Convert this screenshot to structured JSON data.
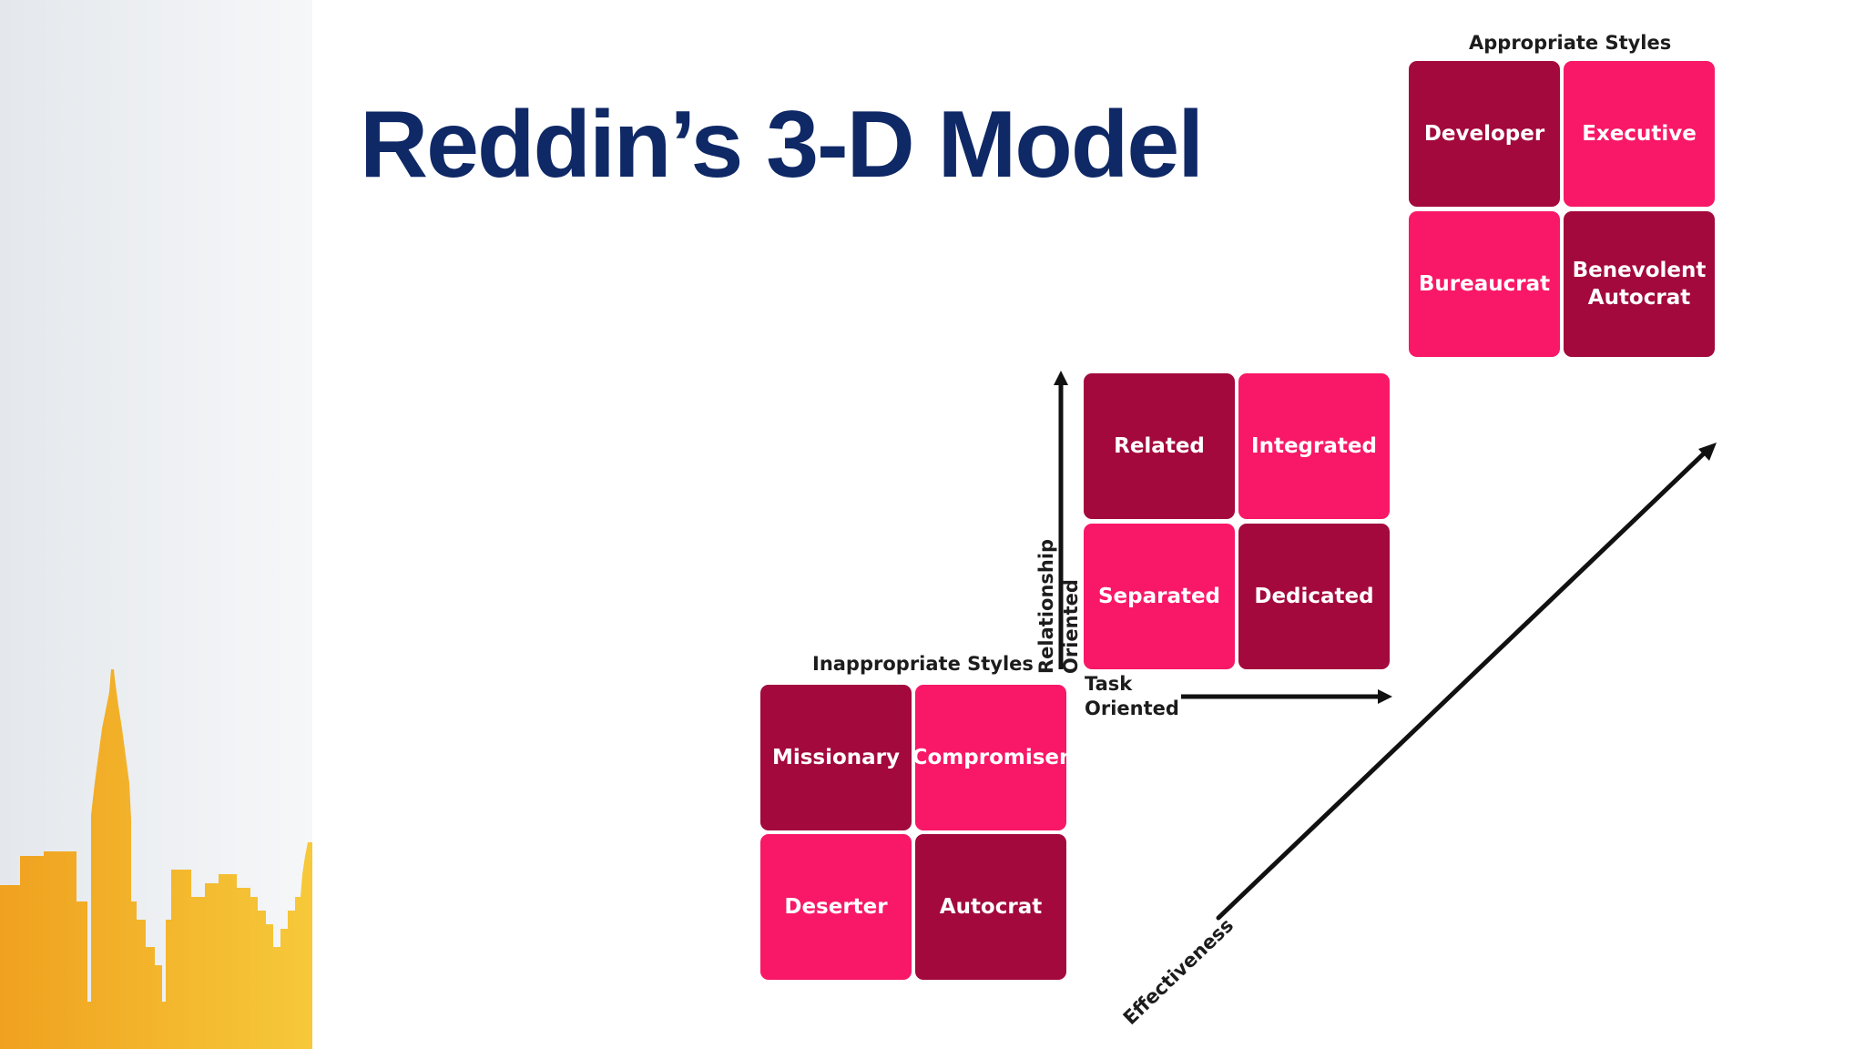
{
  "title": "Reddin’s 3-D Model",
  "colors": {
    "title": "#0f2866",
    "dark_cell": "#a3093c",
    "pink_cell": "#f81867",
    "skyline": "#f2a922"
  },
  "groups": {
    "inappropriate": {
      "label": "Inappropriate Styles",
      "cells": [
        "Missionary",
        "Compromiser",
        "Deserter",
        "Autocrat"
      ]
    },
    "basic": {
      "cells": [
        "Related",
        "Integrated",
        "Separated",
        "Dedicated"
      ]
    },
    "appropriate": {
      "label": "Appropriate Styles",
      "cells": [
        "Developer",
        "Executive",
        "Bureaucrat",
        "Benevolent\nAutocrat"
      ]
    }
  },
  "axes": {
    "relationship_line1": "Relationship",
    "relationship_line2": "Oriented",
    "task_line1": "Task",
    "task_line2": "Oriented",
    "effectiveness": "Effectiveness"
  },
  "icons": {
    "background": "city-skyline-icon"
  }
}
